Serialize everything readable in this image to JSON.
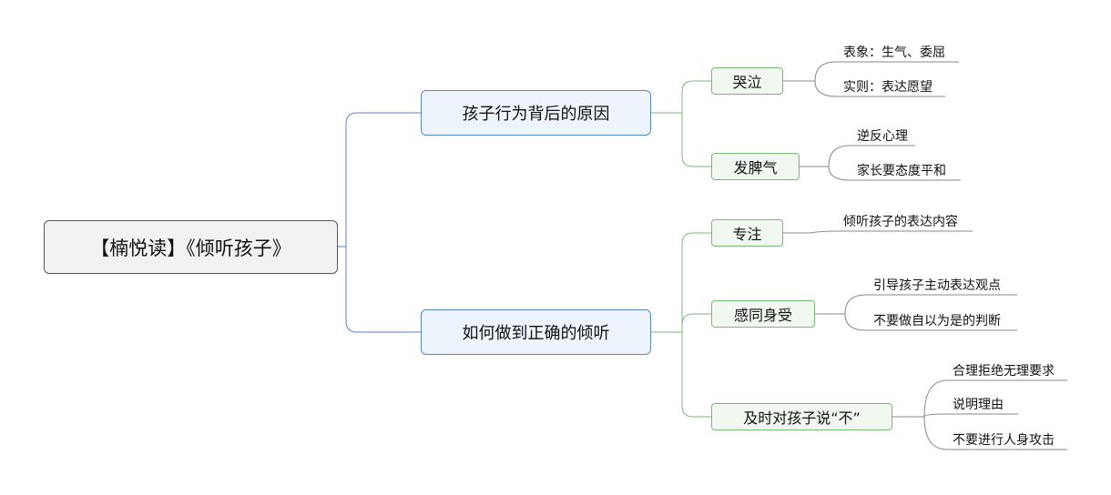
{
  "root": {
    "label": "【楠悦读】《倾听孩子》"
  },
  "branches": [
    {
      "label": "孩子行为背后的原因",
      "children": [
        {
          "label": "哭泣",
          "leaves": [
            "表象：生气、委屈",
            "实则：表达愿望"
          ]
        },
        {
          "label": "发脾气",
          "leaves": [
            "逆反心理",
            "家长要态度平和"
          ]
        }
      ]
    },
    {
      "label": "如何做到正确的倾听",
      "children": [
        {
          "label": "专注",
          "leaves": [
            "倾听孩子的表达内容"
          ]
        },
        {
          "label": "感同身受",
          "leaves": [
            "引导孩子主动表达观点",
            "不要做自以为是的判断"
          ]
        },
        {
          "label": "及时对孩子说“不”",
          "leaves": [
            "合理拒绝无理要求",
            "说明理由",
            "不要进行人身攻击"
          ]
        }
      ]
    }
  ],
  "colors": {
    "root_border": "#555555",
    "main_border": "#5b86c4",
    "main_fill": "#eef4fc",
    "sub_border": "#7ab87a",
    "sub_fill": "#f0f8ef",
    "connector_main": "#5b86c4",
    "connector_sub": "#7ab87a",
    "leaf_line": "#888888"
  }
}
